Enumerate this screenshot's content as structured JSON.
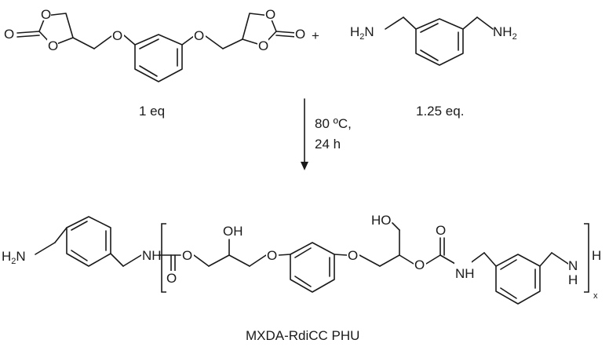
{
  "reaction": {
    "reactant1_eq": "1 eq",
    "reactant2_eq": "1.25 eq.",
    "plus": "+",
    "conditions_temp": "80 ºC,",
    "conditions_time": "24 h",
    "product_name": "MXDA-RdiCC PHU",
    "repeat_subscript": "x"
  },
  "atoms": {
    "O": "O",
    "OH": "OH",
    "HO": "HO",
    "NH": "NH",
    "H2N_main": "H",
    "H2N_sub": "2",
    "H2N_tail": "N",
    "NH2_head": "NH",
    "NH2_sub": "2",
    "H": "H",
    "N": "N"
  }
}
